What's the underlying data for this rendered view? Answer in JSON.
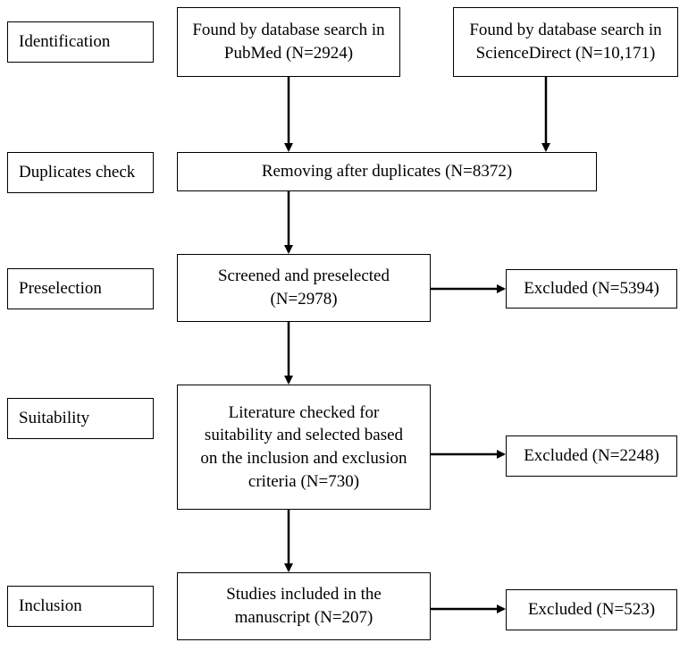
{
  "stages": {
    "identification": "Identification",
    "duplicates": "Duplicates check",
    "preselection": "Preselection",
    "suitability": "Suitability",
    "inclusion": "Inclusion"
  },
  "boxes": {
    "pubmed": [
      "Found by database search in",
      "PubMed (N=2924)"
    ],
    "sciencedirect": [
      "Found by database search in",
      "ScienceDirect (N=10,171)"
    ],
    "duplicates": [
      "Removing after duplicates (N=8372)"
    ],
    "preselected": [
      "Screened and preselected",
      "(N=2978)"
    ],
    "suitability": [
      "Literature checked for",
      "suitability and selected based",
      "on the inclusion and exclusion",
      "criteria (N=730)"
    ],
    "included": [
      "Studies included in the",
      "manuscript (N=207)"
    ]
  },
  "excluded": {
    "preselection": "Excluded (N=5394)",
    "suitability": "Excluded (N=2248)",
    "inclusion": "Excluded (N=523)"
  }
}
